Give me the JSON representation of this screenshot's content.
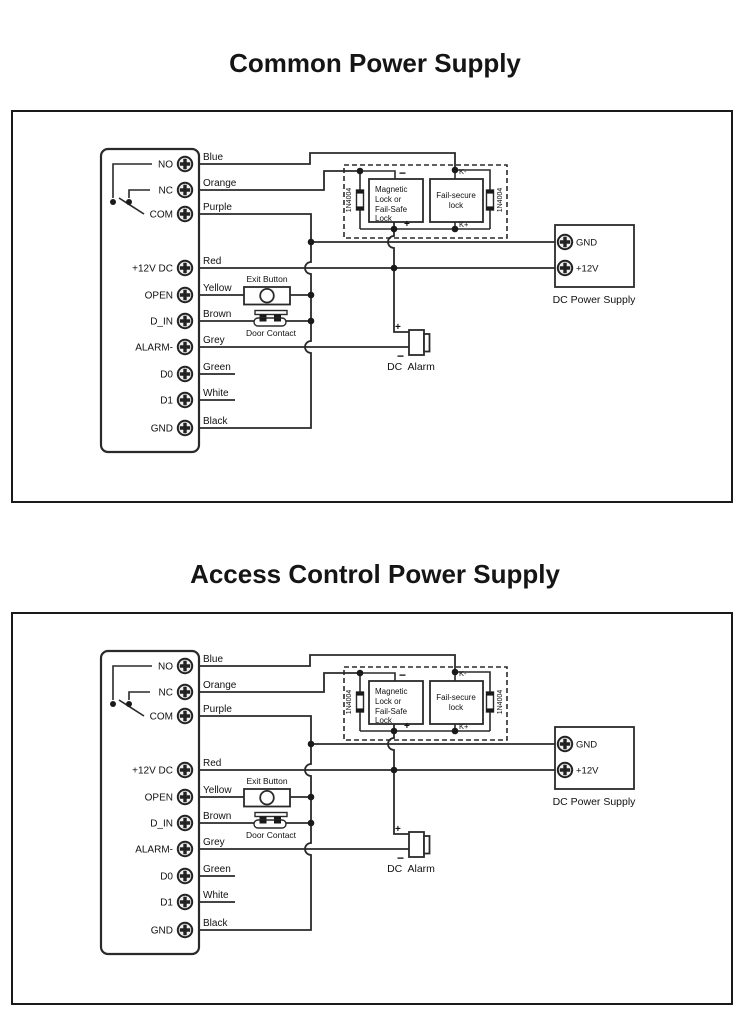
{
  "sections": [
    {
      "title": "Common Power Supply"
    },
    {
      "title": "Access Control Power Supply"
    }
  ],
  "diagram": {
    "terminals": [
      "NO",
      "NC",
      "COM",
      "+12V DC",
      "OPEN",
      "D_IN",
      "ALARM-",
      "D0",
      "D1",
      "GND"
    ],
    "wires": [
      "Blue",
      "Orange",
      "Purple",
      "Red",
      "Yellow",
      "Brown",
      "Grey",
      "Green",
      "White",
      "Black"
    ],
    "exit_button": "Exit Button",
    "door_contact": "Door Contact",
    "magnetic_lock_lines": [
      "Magnetic",
      "Lock or",
      "Fail-Safe",
      "Lock"
    ],
    "fail_secure_lines": [
      "Fail-secure",
      "lock"
    ],
    "diode": "1N4004",
    "marks": {
      "minus": "−",
      "plus": "+",
      "k_minus": "K-",
      "k_plus": "K+"
    },
    "power_supply": {
      "gnd": "GND",
      "v12": "+12V",
      "label": "DC Power Supply"
    },
    "alarm": {
      "plus": "+",
      "minus": "−",
      "label": "DC  Alarm"
    }
  }
}
